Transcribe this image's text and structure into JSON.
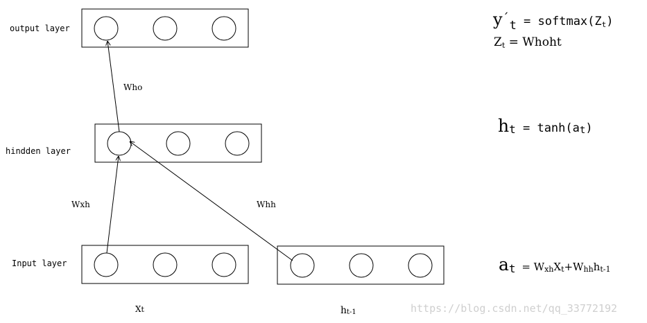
{
  "layers": {
    "output_label": "output layer",
    "hidden_label": "hindden layer",
    "input_label": "Input layer"
  },
  "weights": {
    "w_ho": "Who",
    "w_xh": "Wxh",
    "w_hh": "Whh"
  },
  "inputs": {
    "x_base": "X",
    "x_sub": "t",
    "h_base": "h",
    "h_sub": "t-1"
  },
  "equations": {
    "eq1": {
      "y": "y",
      "prime": "´",
      "t": "t",
      "rest": " = softmax(Z",
      "z_sub": "t",
      "close": ")"
    },
    "eq2": {
      "z": "Z",
      "z_sub": "t",
      "rest": " = Whoht"
    },
    "eq3": {
      "h": "h",
      "h_sub": "t",
      "rest": " = tanh(a",
      "a_sub": "t",
      "close": ")"
    },
    "eq4": {
      "a": "a",
      "a_sub": "t",
      "eq": " = W",
      "wxh_sub": "xh",
      "x": "X",
      "x_sub": "t",
      "plus": "+W",
      "whh_sub": "hh",
      "h": "h",
      "h_sub": "t-1"
    }
  },
  "watermark": "https://blog.csdn.net/qq_33772192"
}
